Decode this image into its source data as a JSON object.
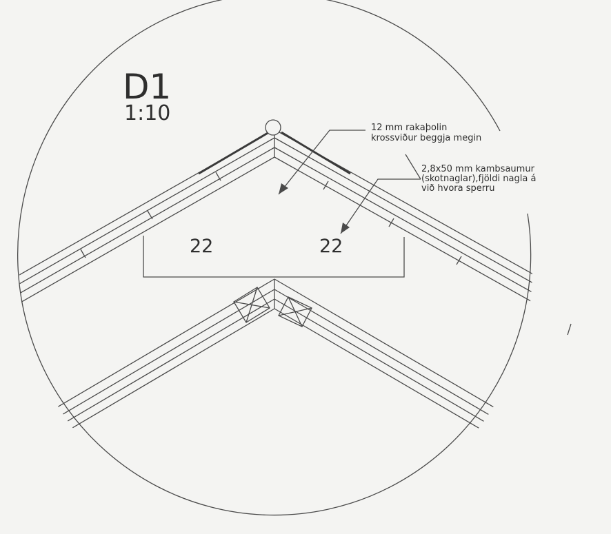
{
  "detail": {
    "id": "D1",
    "scale": "1:10"
  },
  "gusset": {
    "left_number": "22",
    "right_number": "22"
  },
  "annotations": {
    "plywood": {
      "line1": "12 mm rakaþolin",
      "line2": "krossviður beggja megin"
    },
    "nails": {
      "line1": "2,8x50 mm kambsaumur",
      "line2": "(skotnaglar),fjöldi nagla á",
      "line3": "við hvora sperru"
    }
  }
}
